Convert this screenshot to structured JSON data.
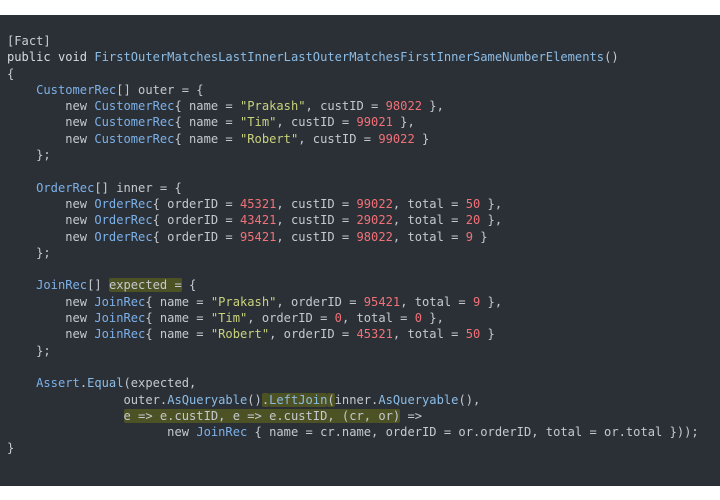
{
  "palette": {
    "background": "#2b3036",
    "type": "#7cb0e8",
    "string": "#c9d27c",
    "number": "#f07178",
    "highlight": "#4d5224"
  },
  "code_lines": [
    [
      {
        "t": "[Fact]",
        "c": "at"
      }
    ],
    [
      {
        "t": "public void ",
        "c": "kw"
      },
      {
        "t": "FirstOuterMatchesLastInnerLastOuterMatchesFirstInnerSameNumberElements",
        "c": "fn"
      },
      {
        "t": "()",
        "c": "pl"
      }
    ],
    [
      {
        "t": "{",
        "c": "pl"
      }
    ],
    [
      {
        "t": "    ",
        "c": "pl"
      },
      {
        "t": "CustomerRec",
        "c": "ty"
      },
      {
        "t": "[] outer = {",
        "c": "pl"
      }
    ],
    [
      {
        "t": "        new ",
        "c": "pl"
      },
      {
        "t": "CustomerRec",
        "c": "ty"
      },
      {
        "t": "{ name = ",
        "c": "pl"
      },
      {
        "t": "\"Prakash\"",
        "c": "st"
      },
      {
        "t": ", custID = ",
        "c": "pl"
      },
      {
        "t": "98022",
        "c": "nu"
      },
      {
        "t": " },",
        "c": "pl"
      }
    ],
    [
      {
        "t": "        new ",
        "c": "pl"
      },
      {
        "t": "CustomerRec",
        "c": "ty"
      },
      {
        "t": "{ name = ",
        "c": "pl"
      },
      {
        "t": "\"Tim\"",
        "c": "st"
      },
      {
        "t": ", custID = ",
        "c": "pl"
      },
      {
        "t": "99021",
        "c": "nu"
      },
      {
        "t": " },",
        "c": "pl"
      }
    ],
    [
      {
        "t": "        new ",
        "c": "pl"
      },
      {
        "t": "CustomerRec",
        "c": "ty"
      },
      {
        "t": "{ name = ",
        "c": "pl"
      },
      {
        "t": "\"Robert\"",
        "c": "st"
      },
      {
        "t": ", custID = ",
        "c": "pl"
      },
      {
        "t": "99022",
        "c": "nu"
      },
      {
        "t": " }",
        "c": "pl"
      }
    ],
    [
      {
        "t": "    };",
        "c": "pl"
      }
    ],
    [
      {
        "t": "",
        "c": "pl"
      }
    ],
    [
      {
        "t": "    ",
        "c": "pl"
      },
      {
        "t": "OrderRec",
        "c": "ty"
      },
      {
        "t": "[] inner = {",
        "c": "pl"
      }
    ],
    [
      {
        "t": "        new ",
        "c": "pl"
      },
      {
        "t": "OrderRec",
        "c": "ty"
      },
      {
        "t": "{ orderID = ",
        "c": "pl"
      },
      {
        "t": "45321",
        "c": "nu"
      },
      {
        "t": ", custID = ",
        "c": "pl"
      },
      {
        "t": "99022",
        "c": "nu"
      },
      {
        "t": ", total = ",
        "c": "pl"
      },
      {
        "t": "50",
        "c": "nu"
      },
      {
        "t": " },",
        "c": "pl"
      }
    ],
    [
      {
        "t": "        new ",
        "c": "pl"
      },
      {
        "t": "OrderRec",
        "c": "ty"
      },
      {
        "t": "{ orderID = ",
        "c": "pl"
      },
      {
        "t": "43421",
        "c": "nu"
      },
      {
        "t": ", custID = ",
        "c": "pl"
      },
      {
        "t": "29022",
        "c": "nu"
      },
      {
        "t": ", total = ",
        "c": "pl"
      },
      {
        "t": "20",
        "c": "nu"
      },
      {
        "t": " },",
        "c": "pl"
      }
    ],
    [
      {
        "t": "        new ",
        "c": "pl"
      },
      {
        "t": "OrderRec",
        "c": "ty"
      },
      {
        "t": "{ orderID = ",
        "c": "pl"
      },
      {
        "t": "95421",
        "c": "nu"
      },
      {
        "t": ", custID = ",
        "c": "pl"
      },
      {
        "t": "98022",
        "c": "nu"
      },
      {
        "t": ", total = ",
        "c": "pl"
      },
      {
        "t": "9",
        "c": "nu"
      },
      {
        "t": " }",
        "c": "pl"
      }
    ],
    [
      {
        "t": "    };",
        "c": "pl"
      }
    ],
    [
      {
        "t": "",
        "c": "pl"
      }
    ],
    [
      {
        "t": "    ",
        "c": "pl"
      },
      {
        "t": "JoinRec",
        "c": "ty"
      },
      {
        "t": "[] ",
        "c": "pl"
      },
      {
        "t": "expected =",
        "c": "pl",
        "h": true
      },
      {
        "t": " {",
        "c": "pl"
      }
    ],
    [
      {
        "t": "        new ",
        "c": "pl"
      },
      {
        "t": "JoinRec",
        "c": "ty"
      },
      {
        "t": "{ name = ",
        "c": "pl"
      },
      {
        "t": "\"Prakash\"",
        "c": "st"
      },
      {
        "t": ", orderID = ",
        "c": "pl"
      },
      {
        "t": "95421",
        "c": "nu"
      },
      {
        "t": ", total = ",
        "c": "pl"
      },
      {
        "t": "9",
        "c": "nu"
      },
      {
        "t": " },",
        "c": "pl"
      }
    ],
    [
      {
        "t": "        new ",
        "c": "pl"
      },
      {
        "t": "JoinRec",
        "c": "ty"
      },
      {
        "t": "{ name = ",
        "c": "pl"
      },
      {
        "t": "\"Tim\"",
        "c": "st"
      },
      {
        "t": ", orderID = ",
        "c": "pl"
      },
      {
        "t": "0",
        "c": "nu"
      },
      {
        "t": ", total = ",
        "c": "pl"
      },
      {
        "t": "0",
        "c": "nu"
      },
      {
        "t": " },",
        "c": "pl"
      }
    ],
    [
      {
        "t": "        new ",
        "c": "pl"
      },
      {
        "t": "JoinRec",
        "c": "ty"
      },
      {
        "t": "{ name = ",
        "c": "pl"
      },
      {
        "t": "\"Robert\"",
        "c": "st"
      },
      {
        "t": ", orderID = ",
        "c": "pl"
      },
      {
        "t": "45321",
        "c": "nu"
      },
      {
        "t": ", total = ",
        "c": "pl"
      },
      {
        "t": "50",
        "c": "nu"
      },
      {
        "t": " }",
        "c": "pl"
      }
    ],
    [
      {
        "t": "    };",
        "c": "pl"
      }
    ],
    [
      {
        "t": "",
        "c": "pl"
      }
    ],
    [
      {
        "t": "    ",
        "c": "pl"
      },
      {
        "t": "Assert",
        "c": "ty"
      },
      {
        "t": ".",
        "c": "pl"
      },
      {
        "t": "Equal",
        "c": "fn"
      },
      {
        "t": "(expected,",
        "c": "pl"
      }
    ],
    [
      {
        "t": "                ",
        "c": "pl"
      },
      {
        "t": "outer.",
        "c": "pl"
      },
      {
        "t": "AsQueryable",
        "c": "fn"
      },
      {
        "t": "()",
        "c": "pl"
      },
      {
        "t": ".",
        "c": "pl",
        "h": true
      },
      {
        "t": "LeftJoin",
        "c": "fn",
        "h": true
      },
      {
        "t": "(",
        "c": "pl",
        "h": true
      },
      {
        "t": "inner.",
        "c": "pl"
      },
      {
        "t": "AsQueryable",
        "c": "fn"
      },
      {
        "t": "(),",
        "c": "pl"
      }
    ],
    [
      {
        "t": "                ",
        "c": "pl"
      },
      {
        "t": "e => e.custID, e => e.custID, (cr, or)",
        "c": "pl",
        "h": true
      },
      {
        "t": " =>",
        "c": "pl"
      }
    ],
    [
      {
        "t": "                      new ",
        "c": "pl"
      },
      {
        "t": "JoinRec",
        "c": "ty"
      },
      {
        "t": " { name = cr.name, orderID = or.orderID, total = or.total }));",
        "c": "pl"
      }
    ],
    [
      {
        "t": "}",
        "c": "pl"
      }
    ]
  ]
}
